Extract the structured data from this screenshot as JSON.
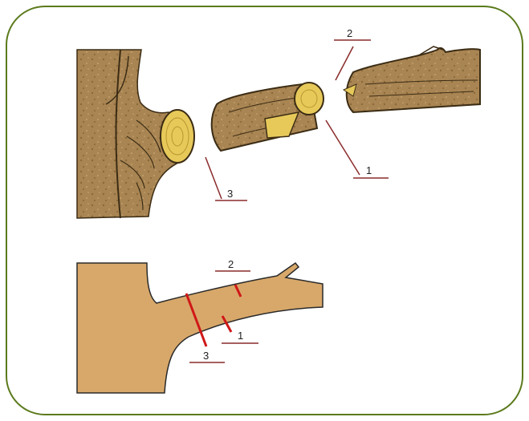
{
  "figure": {
    "top": {
      "labels": {
        "cut_1": "1",
        "cut_2": "2",
        "cut_3": "3"
      }
    },
    "bottom": {
      "labels": {
        "cut_1": "1",
        "cut_2": "2",
        "cut_3": "3"
      }
    }
  },
  "colors": {
    "frame_border": "#5b7a1c",
    "bark": "#a98553",
    "bark_dark": "#6f5428",
    "wood_face": "#e7c95a",
    "silhouette": "#d8a86a",
    "cut_line": "#d01818",
    "leader": "#8a2a2a"
  }
}
